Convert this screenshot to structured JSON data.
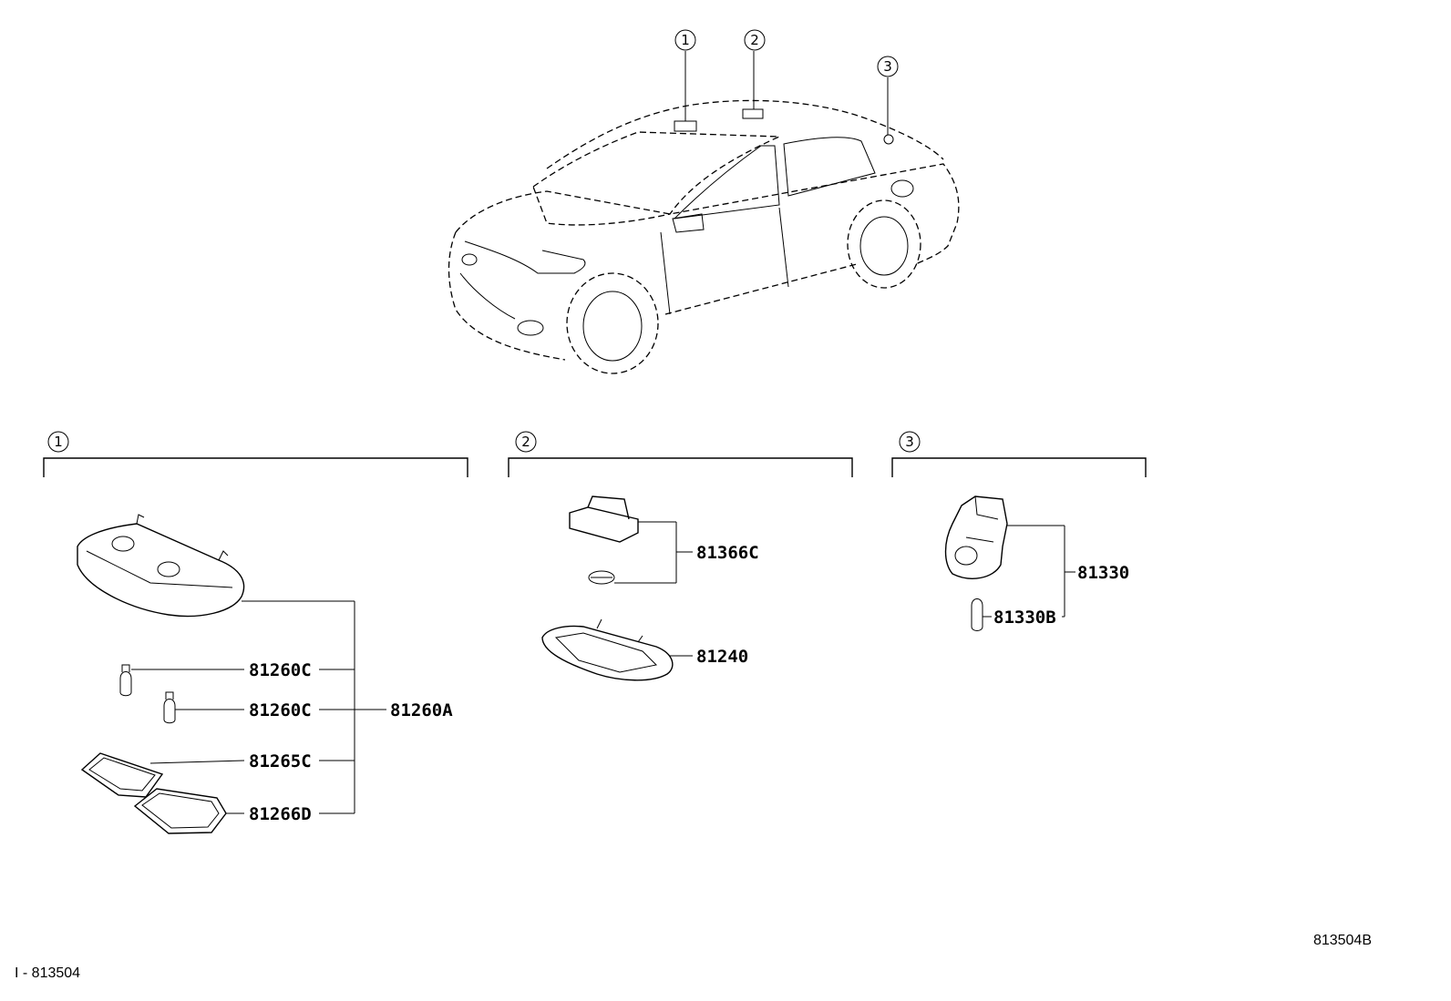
{
  "callouts": {
    "one": "1",
    "two": "2",
    "three": "3"
  },
  "parts": {
    "p81260C_a": "81260C",
    "p81260C_b": "81260C",
    "p81260A": "81260A",
    "p81265C": "81265C",
    "p81266D": "81266D",
    "p81366C": "81366C",
    "p81240": "81240",
    "p81330": "81330",
    "p81330B": "81330B"
  },
  "footer": {
    "illustration_code": "813504B",
    "sheet_ref": "I - 813504"
  },
  "colors": {
    "line": "#000000",
    "background": "#ffffff"
  }
}
